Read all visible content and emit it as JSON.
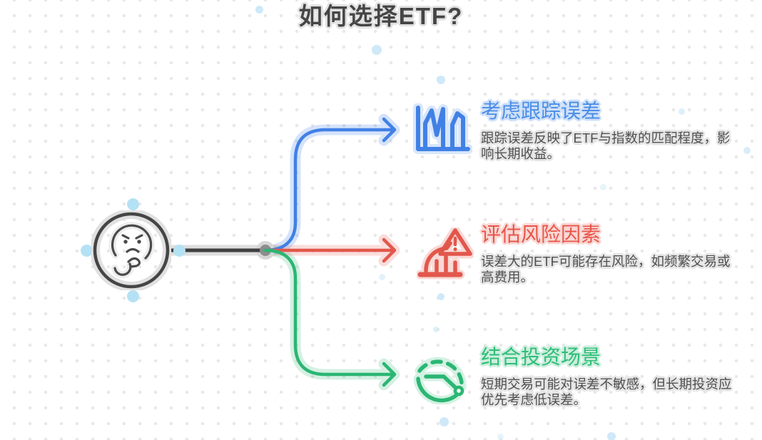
{
  "title": "如何选择ETF?",
  "center_node": {
    "icon": "thinking-face-icon"
  },
  "branches": [
    {
      "id": "tracking-error",
      "icon": "bar-chart-icon",
      "color": "#4181e6",
      "halo_color": "#d3e2f8",
      "title": "考虑跟踪误差",
      "description": "跟踪误差反映了ETF与指数的匹配程度，影响长期收益。",
      "description_lines": [
        "跟踪误差反映了ETF与指数的匹配程度，影",
        "响长期收益。"
      ]
    },
    {
      "id": "risk-factors",
      "icon": "risk-warning-icon",
      "color": "#e2574c",
      "halo_color": "#f8d8d5",
      "title": "评估风险因素",
      "description": "误差大的ETF可能存在风险，如频繁交易或高费用。",
      "description_lines": [
        "误差大的ETF可能存在风险，如频繁交易或",
        "高费用。"
      ]
    },
    {
      "id": "investment-scenario",
      "icon": "clock-gauge-icon",
      "color": "#2bb673",
      "halo_color": "#d2f0e1",
      "title": "结合投资场景",
      "description": "短期交易可能对误差不敏感，但长期投资应优先考虑低误差。",
      "description_lines": [
        "短期交易可能对误差不敏感，但长期投资应",
        "优先考虑低误差。"
      ]
    }
  ],
  "colors": {
    "title_text": "#454545",
    "description_text": "#4f4f4f",
    "trunk_line": "#3f3f3f",
    "junction_dot": "#8d8d8d",
    "grid_dot": "#e8e8e8",
    "decor_dot": "#cfe9f8",
    "selection_handle": "#b5e1f5"
  }
}
